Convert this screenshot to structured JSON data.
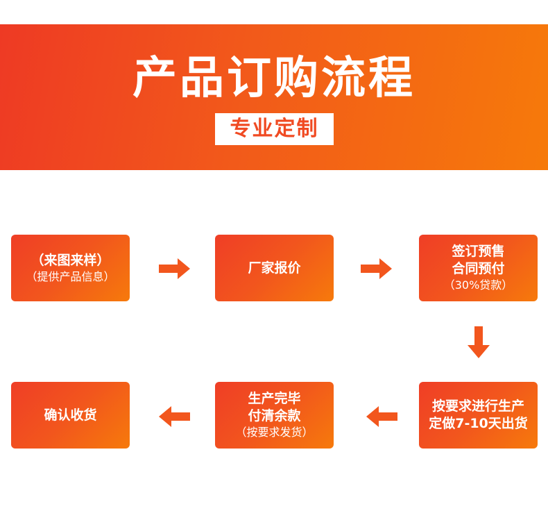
{
  "header": {
    "title": "产品订购流程",
    "tag": "专业定制"
  },
  "steps": [
    {
      "lines": [
        "（来图来样）"
      ],
      "note": "（提供产品信息）"
    },
    {
      "lines": [
        "厂家报价"
      ],
      "note": ""
    },
    {
      "lines": [
        "签订预售",
        "合同预付"
      ],
      "note": "（30%贷款）"
    },
    {
      "lines": [
        "按要求进行生产",
        "定做7-10天出货"
      ],
      "note": ""
    },
    {
      "lines": [
        "生产完毕",
        "付清余款"
      ],
      "note": "（按要求发货）"
    },
    {
      "lines": [
        "确认收货"
      ],
      "note": ""
    }
  ],
  "colors": {
    "gradient_start": "#ee3a24",
    "gradient_end": "#f67a0a",
    "arrow": "#f2561d",
    "text_light": "#ffffff"
  }
}
